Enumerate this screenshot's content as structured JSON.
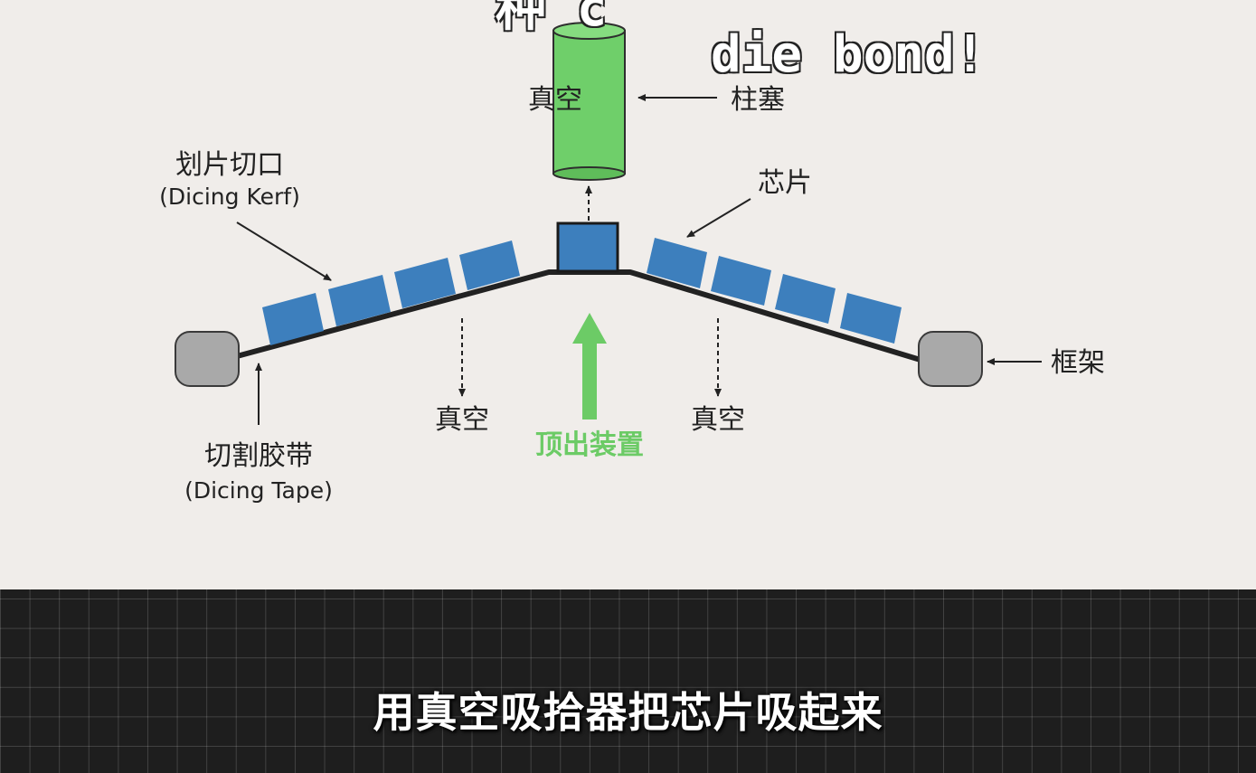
{
  "diagram": {
    "labels": {
      "vacuum_top": "真空",
      "plunger": "柱塞",
      "kerf_cn": "划片切口",
      "kerf_en": "(Dicing Kerf)",
      "chip": "芯片",
      "frame": "框架",
      "vacuum_left": "真空",
      "vacuum_right": "真空",
      "ejector": "顶出装置",
      "tape_cn": "切割胶带",
      "tape_en": "(Dicing Tape)"
    },
    "colors": {
      "chip_fill": "#3d7fbd",
      "plunger_fill": "#6fcf6a",
      "ejector_arrow": "#6ccb66",
      "frame_fill": "#a9a9a9",
      "tape_line": "#222222",
      "panel_background": "#f0edea"
    }
  },
  "overlay": {
    "top_text_cut": "种 c",
    "die_bond": "die bond!"
  },
  "subtitle": {
    "text": "用真空吸拾器把芯片吸起来"
  }
}
